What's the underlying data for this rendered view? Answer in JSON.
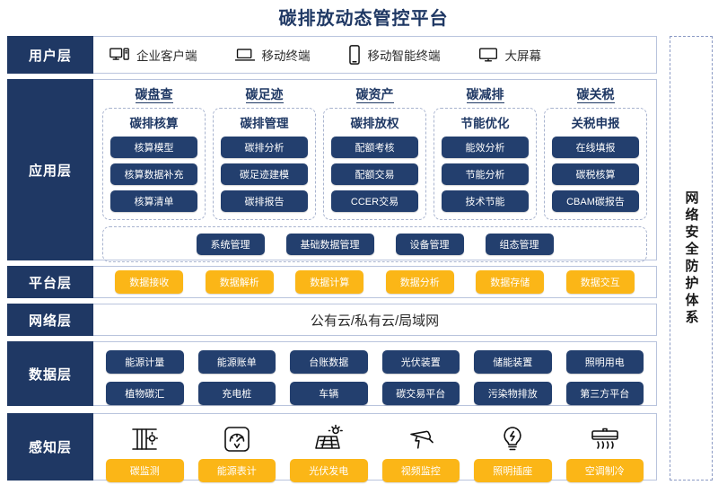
{
  "title": "碳排放动态管控平台",
  "security_band": {
    "label": "网络安全防护体系"
  },
  "layers": {
    "user": {
      "label": "用户层",
      "items": [
        {
          "icon": "desktop-tower-icon",
          "label": "企业客户端"
        },
        {
          "icon": "laptop-icon",
          "label": "移动终端"
        },
        {
          "icon": "smartphone-icon",
          "label": "移动智能终端"
        },
        {
          "icon": "monitor-icon",
          "label": "大屏幕"
        }
      ]
    },
    "application": {
      "label": "应用层",
      "groups": [
        {
          "title": "碳盘查",
          "subtitle": "碳排核算",
          "items": [
            "核算模型",
            "核算数据补充",
            "核算清单"
          ]
        },
        {
          "title": "碳足迹",
          "subtitle": "碳排管理",
          "items": [
            "碳排分析",
            "碳足迹建模",
            "碳排报告"
          ]
        },
        {
          "title": "碳资产",
          "subtitle": "碳排放权",
          "items": [
            "配额考核",
            "配额交易",
            "CCER交易"
          ]
        },
        {
          "title": "碳减排",
          "subtitle": "节能优化",
          "items": [
            "能效分析",
            "节能分析",
            "技术节能"
          ]
        },
        {
          "title": "碳关税",
          "subtitle": "关税申报",
          "items": [
            "在线填报",
            "碳税核算",
            "CBAM碳报告"
          ]
        }
      ],
      "bottom_items": [
        "系统管理",
        "基础数据管理",
        "设备管理",
        "组态管理"
      ]
    },
    "platform": {
      "label": "平台层",
      "items": [
        "数据接收",
        "数据解析",
        "数据计算",
        "数据分析",
        "数据存储",
        "数据交互"
      ]
    },
    "network": {
      "label": "网络层",
      "text": "公有云/私有云/局域网"
    },
    "data": {
      "label": "数据层",
      "items": [
        "能源计量",
        "能源账单",
        "台账数据",
        "光伏装置",
        "储能装置",
        "照明用电",
        "植物碳汇",
        "充电桩",
        "车辆",
        "碳交易平台",
        "污染物排放",
        "第三方平台"
      ]
    },
    "sense": {
      "label": "感知层",
      "items": [
        {
          "icon": "carbon-monitor-icon",
          "label": "碳监测"
        },
        {
          "icon": "energy-meter-icon",
          "label": "能源表计"
        },
        {
          "icon": "solar-panel-icon",
          "label": "光伏发电"
        },
        {
          "icon": "cctv-camera-icon",
          "label": "视频监控"
        },
        {
          "icon": "lightbulb-socket-icon",
          "label": "照明插座"
        },
        {
          "icon": "air-conditioner-icon",
          "label": "空调制冷"
        }
      ]
    }
  },
  "colors": {
    "navy": "#1f3864",
    "pill_navy": "#233f6e",
    "amber": "#fbb617",
    "border_blue": "#b9c4dd",
    "dashed_blue": "#a9b4cf"
  }
}
